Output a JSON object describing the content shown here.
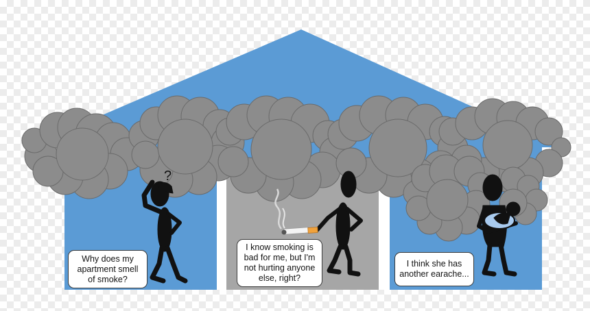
{
  "scene": {
    "colors": {
      "house": "#5b9bd5",
      "room_center": "#a6a6a6",
      "smoke": "#8c8c8c",
      "figure": "#111111",
      "baby_blanket": "#a9cbef"
    },
    "rooms": [
      {
        "label": "Why does my apartment smell of smoke?"
      },
      {
        "label": "I know smoking is bad for me, but I'm not hurting anyone else, right?"
      },
      {
        "label": "I think she has another earache..."
      }
    ],
    "question_mark": "?"
  }
}
